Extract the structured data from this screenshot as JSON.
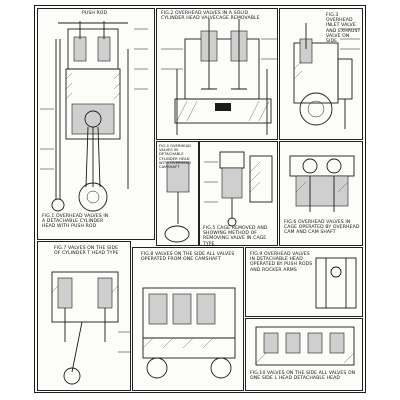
{
  "figures": [
    {
      "id": "fig1",
      "caption": "FIG.1 OVERHEAD VALVES IN A DETACHABLE CYLINDER HEAD WITH PUSH ROD",
      "label_top": "PUSH ROD"
    },
    {
      "id": "fig2",
      "caption": "FIG.2 OVERHEAD VALVES IN A SOLID CYLINDER HEAD VALVECAGE REMOVABLE"
    },
    {
      "id": "fig3",
      "caption": "FIG.3 OVERHEAD INLET VALVE AND EXHAUST VALVE ON SIDE"
    },
    {
      "id": "fig4",
      "caption": "FIG.4 OVERHEAD VALVES IN DETACHABLE CYLINDER HEAD WITH OVERHEAD CAMSHAFT"
    },
    {
      "id": "fig5",
      "caption": "FIG.5 CAGE REMOVED AND SHOWING METHOD OF REMOVING VALVE IN CAGE TYPE"
    },
    {
      "id": "fig6",
      "caption": "FIG.6 OVERHEAD VALVES IN CAGE OPERATED BY OVERHEAD CAM AND CAM SHAFT"
    },
    {
      "id": "fig7",
      "caption": "FIG.7 VALVES ON THE SIDE OF CYLINDER T HEAD TYPE"
    },
    {
      "id": "fig8",
      "caption": "FIG.8 VALVES ON THE SIDE ALL VALVES OPERATED FROM ONE CAMSHAFT"
    },
    {
      "id": "fig9",
      "caption": "FIG.9 OVERHEAD VALVES IN DETACHABLE HEAD OPERATED BY PUSH RODS AND ROCKER ARMS"
    },
    {
      "id": "fig10",
      "caption": "FIG.10 VALVES ON THE SIDE ALL VALVES ON ONE SIDE L HEAD DETACHABLE HEAD"
    }
  ]
}
